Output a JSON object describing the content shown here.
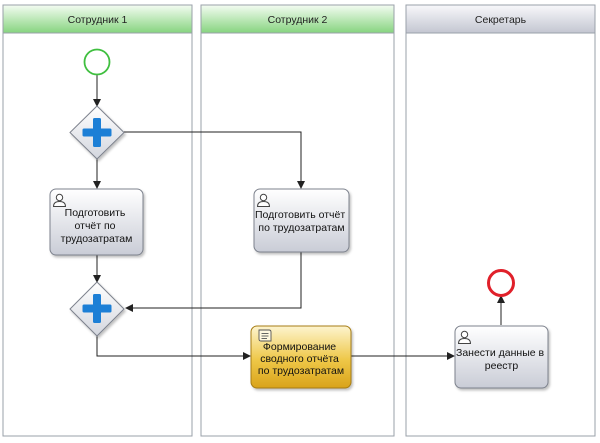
{
  "lanes": [
    {
      "title": "Сотрудник 1"
    },
    {
      "title": "Сотрудник 2"
    },
    {
      "title": "Секретарь"
    }
  ],
  "tasks": [
    {
      "lines": [
        "Подготовить",
        "отчёт по",
        "трудозатратам"
      ],
      "type": "user-task"
    },
    {
      "lines": [
        "Подготовить отчёт",
        "по трудозатратам"
      ],
      "type": "user-task"
    },
    {
      "lines": [
        "Формирование",
        "сводного отчёта",
        "по трудозатратам"
      ],
      "type": "script-task"
    },
    {
      "lines": [
        "Занести данные в",
        "реестр"
      ],
      "type": "user-task"
    }
  ],
  "events": [
    {
      "type": "start",
      "color": "#3fbf3f"
    },
    {
      "type": "end",
      "color": "#e0202a"
    }
  ],
  "gateways": [
    {
      "type": "parallel-split"
    },
    {
      "type": "parallel-join"
    }
  ],
  "colors": {
    "lane_header_green": "#8fd98a",
    "lane_header_gray": "#c9ccd6",
    "task_gray": "#d8dbe3",
    "task_gold": "#e2b12a",
    "gateway_plus": "#1c7fd6"
  }
}
